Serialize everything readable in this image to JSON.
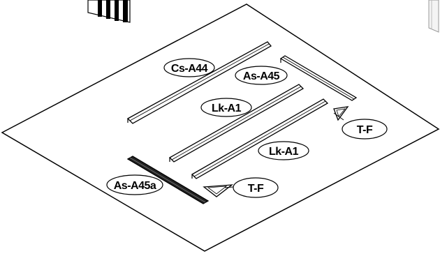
{
  "diagram": {
    "labels": {
      "cs_a44": "Cs-A44",
      "as_a45": "As-A45",
      "lk_a1_upper": "Lk-A1",
      "lk_a1_lower": "Lk-A1",
      "tf_right": "T-F",
      "tf_bottom": "T-F",
      "as_a45a": "As-A45a"
    }
  }
}
